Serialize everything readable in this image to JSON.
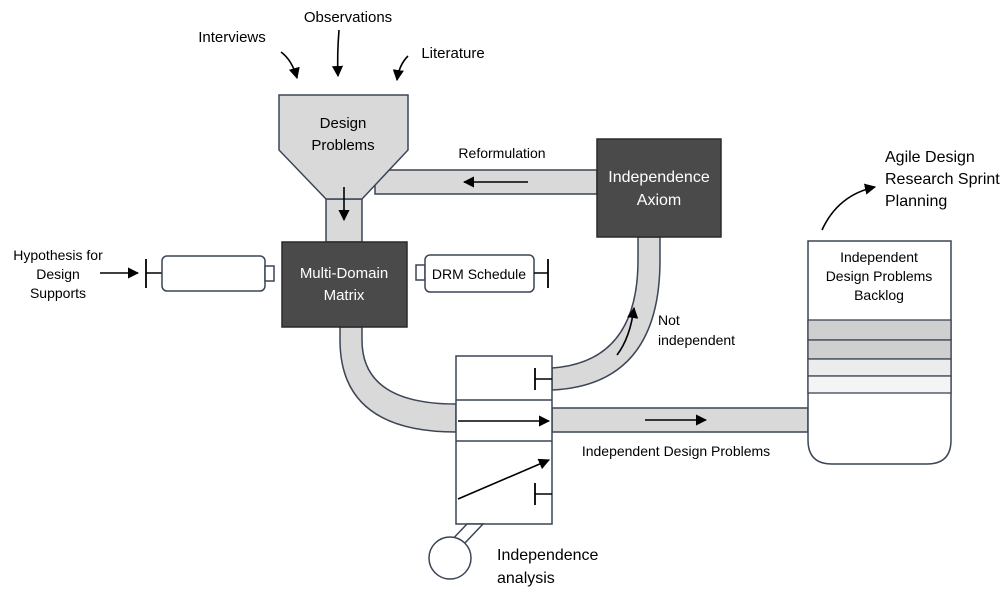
{
  "inputs": {
    "interviews": "Interviews",
    "observations": "Observations",
    "literature": "Literature"
  },
  "hopper": {
    "line1": "Design",
    "line2": "Problems"
  },
  "reformulation": "Reformulation",
  "axiom": {
    "line1": "Independence",
    "line2": "Axiom"
  },
  "hypothesis": {
    "line1": "Hypothesis for",
    "line2": "Design",
    "line3": "Supports"
  },
  "matrix": {
    "line1": "Multi-Domain",
    "line2": "Matrix"
  },
  "drm": "DRM Schedule",
  "not_independent": {
    "line1": "Not",
    "line2": "independent"
  },
  "independent_problems": "Independent Design Problems",
  "analysis": {
    "line1": "Independence",
    "line2": "analysis"
  },
  "backlog": {
    "line1": "Independent",
    "line2": "Design Problems",
    "line3": "Backlog"
  },
  "agile": {
    "line1": "Agile Design",
    "line2": "Research Sprint",
    "line3": "Planning"
  },
  "colors": {
    "pipe_fill": "#d9d9d9",
    "box_dark": "#4a4a4a",
    "stroke": "#3b4556",
    "backlog_row": "#cfcfcf"
  }
}
